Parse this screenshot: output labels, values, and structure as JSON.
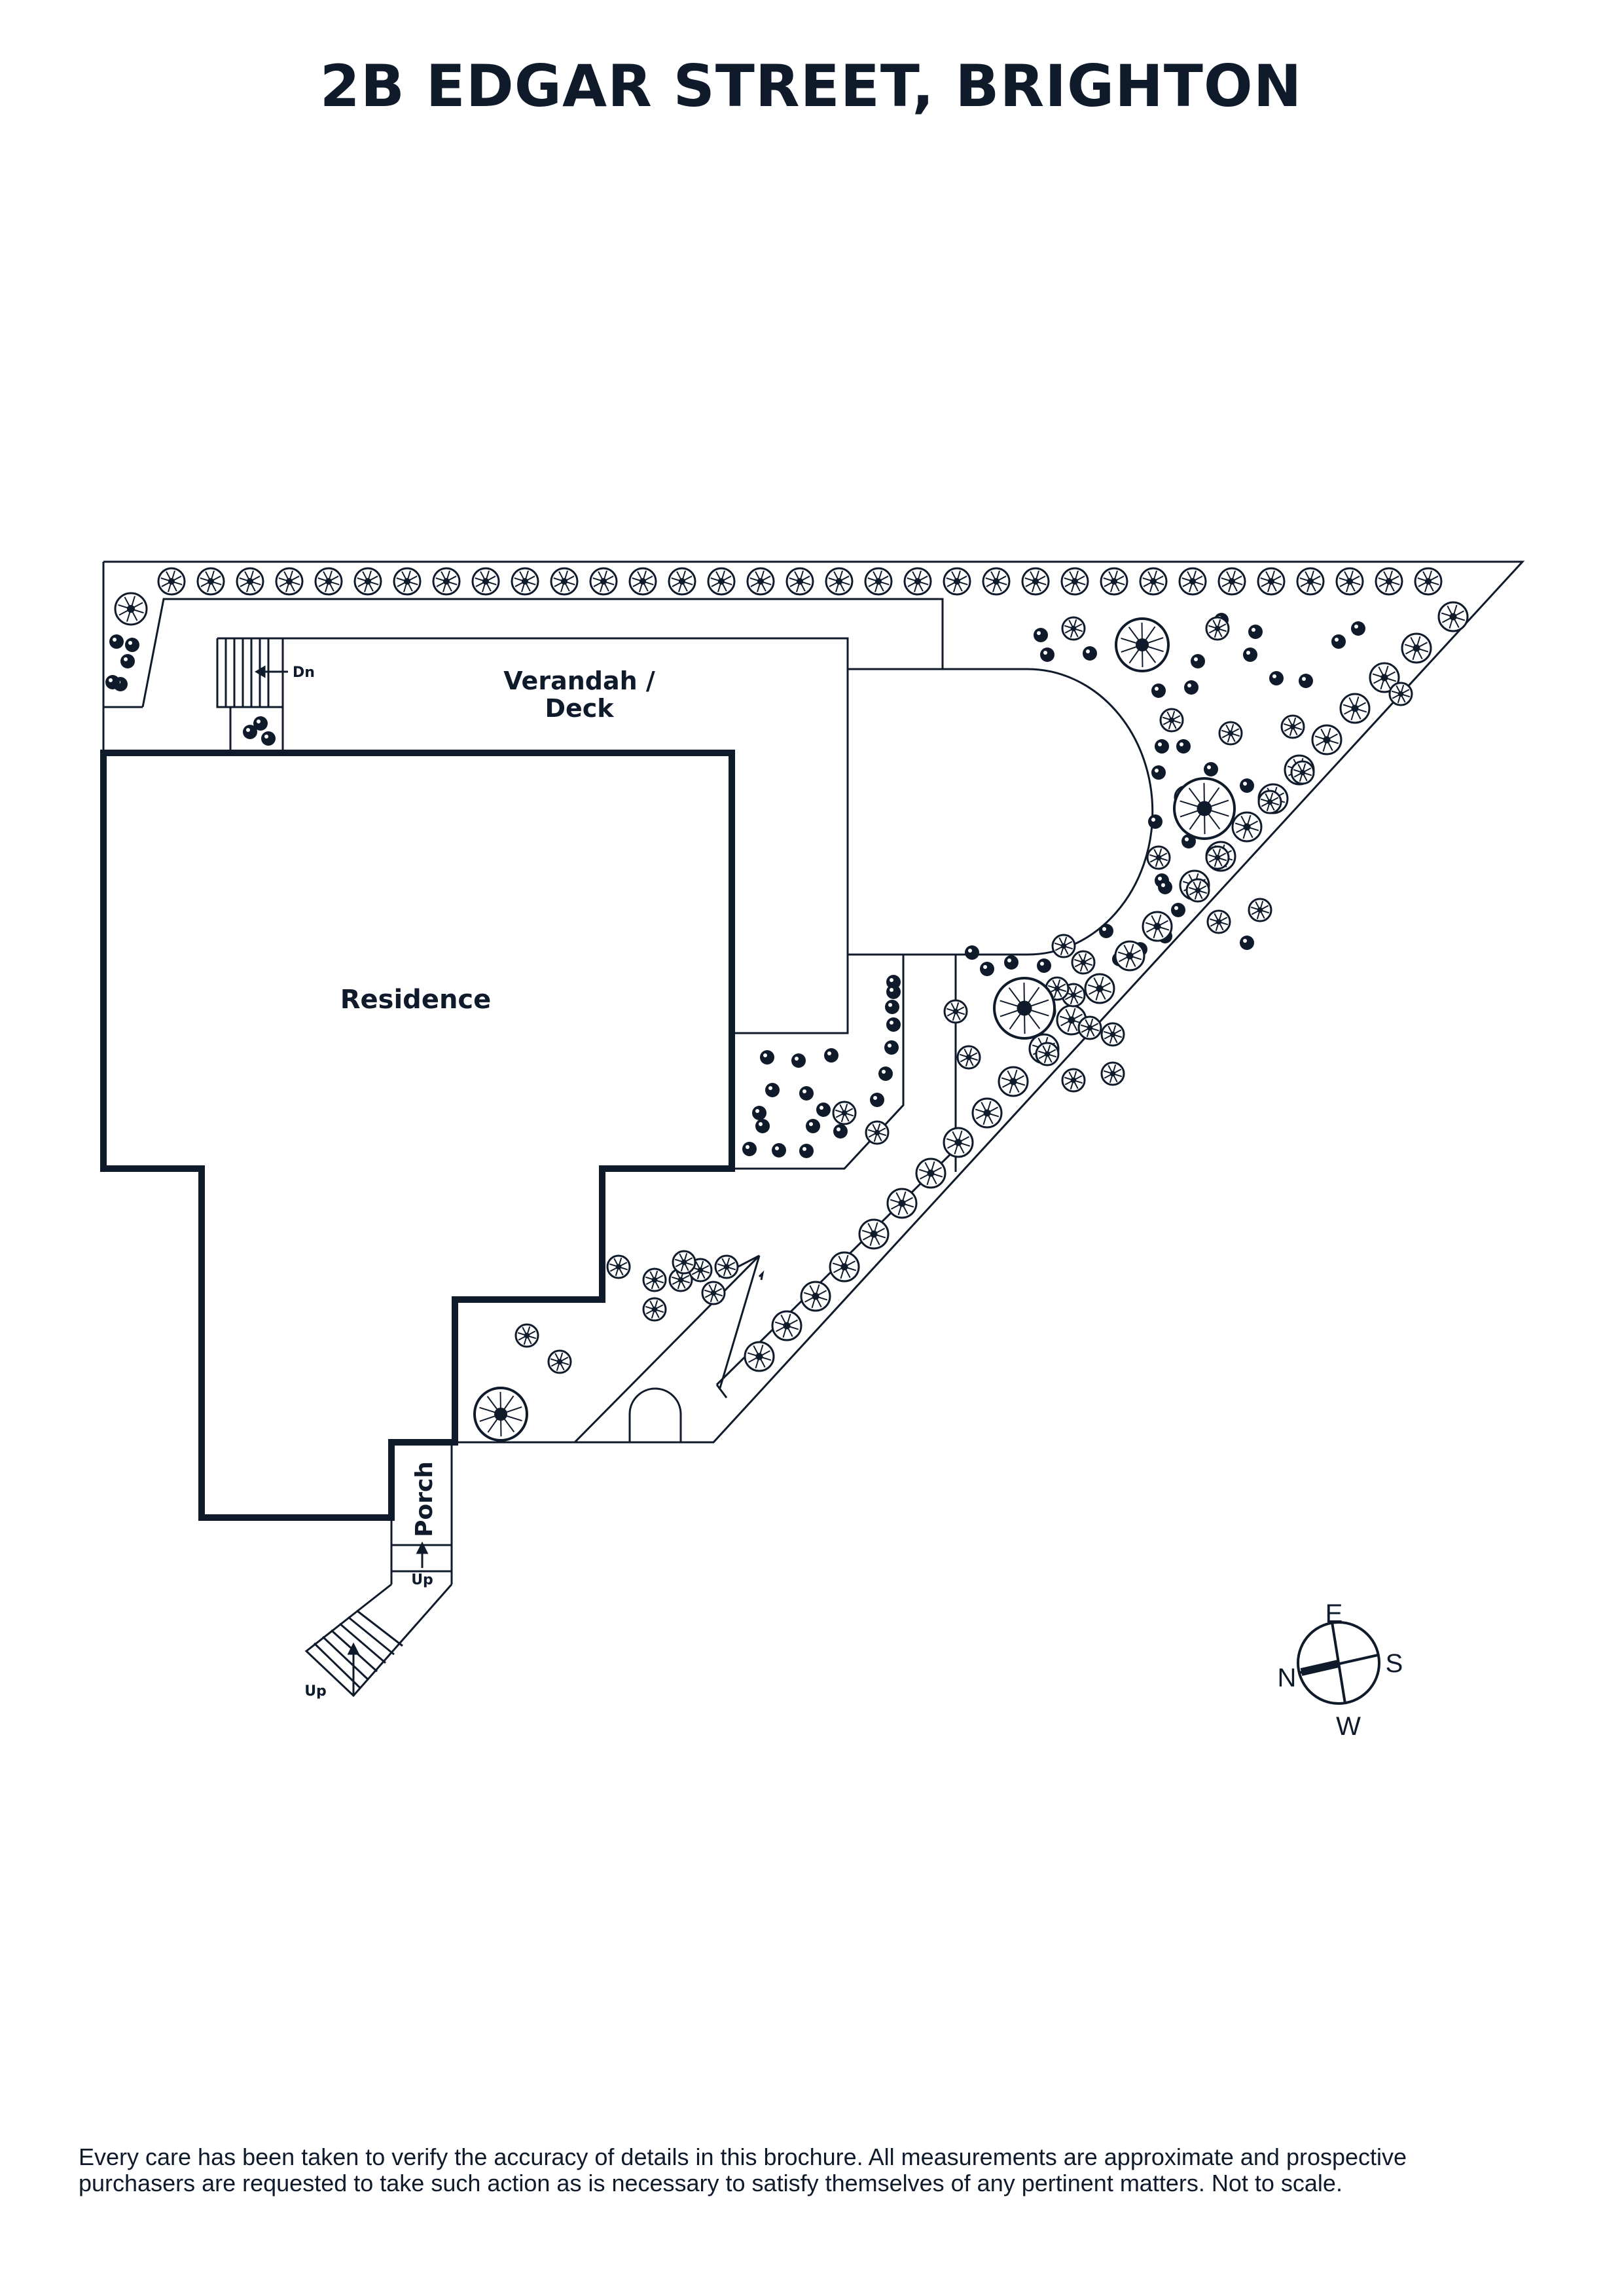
{
  "title": "2B EDGAR STREET, BRIGHTON",
  "rooms": {
    "verandah_line1": "Verandah /",
    "verandah_line2": "Deck",
    "residence": "Residence",
    "porch": "Porch"
  },
  "stairs": {
    "down_label": "Dn",
    "porch_up_label": "Up",
    "entry_up_label": "Up"
  },
  "compass": {
    "e": "E",
    "s": "S",
    "w": "W",
    "n": "N"
  },
  "disclaimer_line1": "Every care has been taken to verify the accuracy of details in this brochure. All measurements are approximate and prospective",
  "disclaimer_line2": "purchasers are requested to take such action as is necessary to satisfy themselves of any pertinent matters. Not to scale.",
  "colors": {
    "ink": "#0f1a2b",
    "background": "#ffffff"
  }
}
